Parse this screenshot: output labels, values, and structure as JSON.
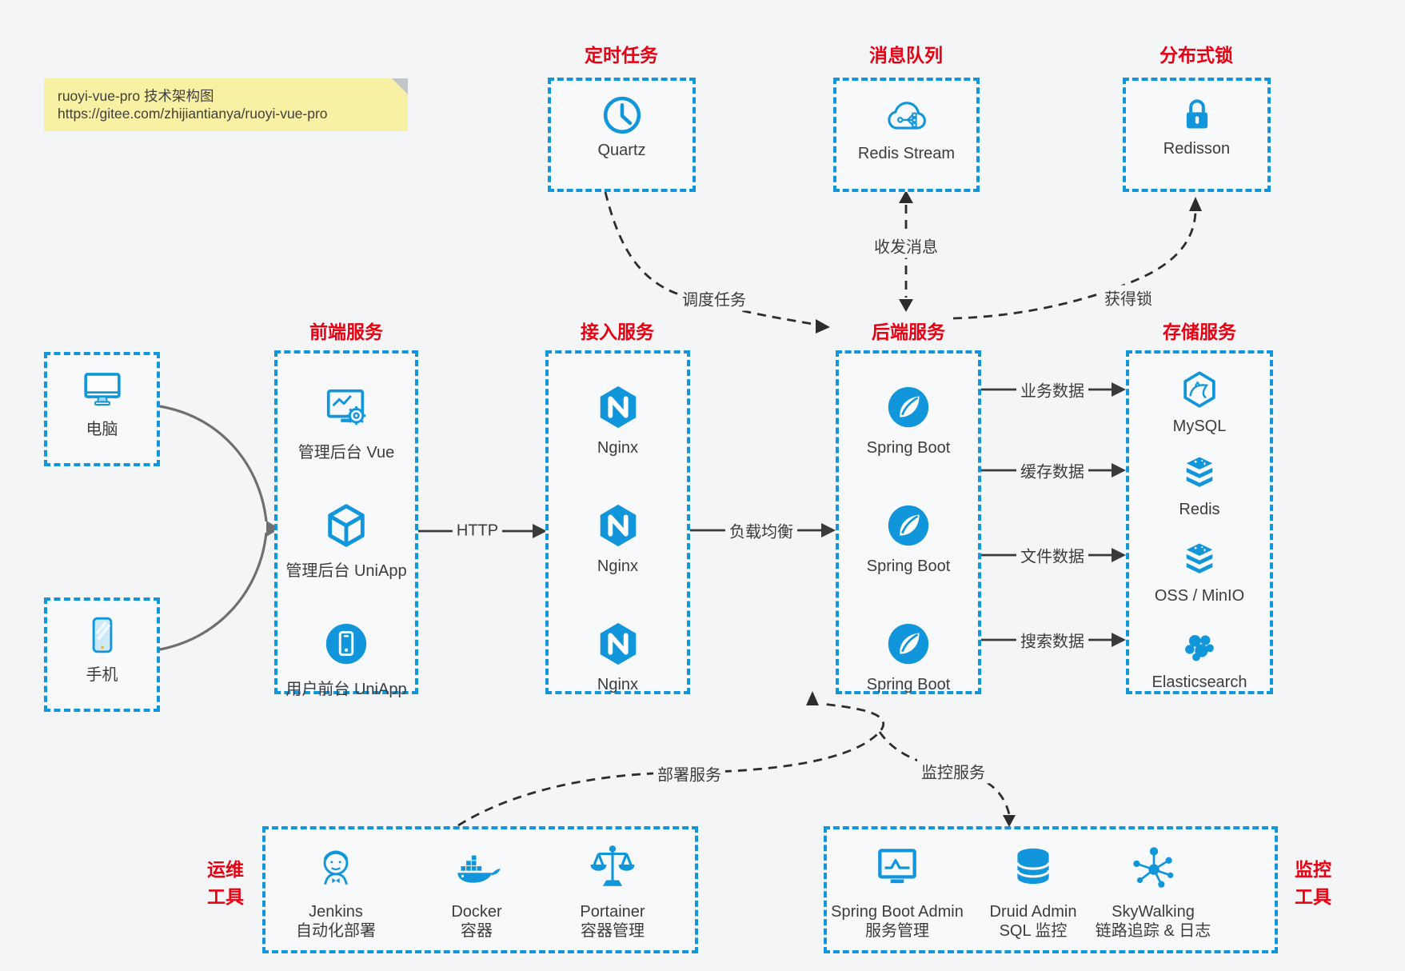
{
  "note": {
    "line1": "ruoyi-vue-pro 技术架构图",
    "line2": "https://gitee.com/zhijiantianya/ruoyi-vue-pro"
  },
  "top_row": [
    {
      "title": "定时任务",
      "icon": "clock-icon",
      "label": "Quartz"
    },
    {
      "title": "消息队列",
      "icon": "mq-cloud-icon",
      "label": "Redis Stream"
    },
    {
      "title": "分布式锁",
      "icon": "lock-icon",
      "label": "Redisson"
    }
  ],
  "clients": [
    {
      "icon": "desktop-icon",
      "label": "电脑"
    },
    {
      "icon": "phone-icon",
      "label": "手机"
    }
  ],
  "columns": {
    "frontend": {
      "title": "前端服务",
      "items": [
        {
          "icon": "admin-vue-icon",
          "label": "管理后台 Vue"
        },
        {
          "icon": "uniapp-cube-icon",
          "label": "管理后台 UniApp"
        },
        {
          "icon": "user-app-icon",
          "label": "用户前台 UniApp"
        }
      ]
    },
    "access": {
      "title": "接入服务",
      "items": [
        {
          "icon": "nginx-icon",
          "label": "Nginx"
        },
        {
          "icon": "nginx-icon",
          "label": "Nginx"
        },
        {
          "icon": "nginx-icon",
          "label": "Nginx"
        }
      ]
    },
    "backend": {
      "title": "后端服务",
      "items": [
        {
          "icon": "spring-boot-icon",
          "label": "Spring Boot"
        },
        {
          "icon": "spring-boot-icon",
          "label": "Spring Boot"
        },
        {
          "icon": "spring-boot-icon",
          "label": "Spring Boot"
        }
      ]
    },
    "storage": {
      "title": "存储服务",
      "items": [
        {
          "icon": "mysql-icon",
          "label": "MySQL"
        },
        {
          "icon": "redis-stack-icon",
          "label": "Redis"
        },
        {
          "icon": "oss-stack-icon",
          "label": "OSS / MinIO"
        },
        {
          "icon": "elasticsearch-icon",
          "label": "Elasticsearch"
        }
      ]
    }
  },
  "edges": {
    "http": "HTTP",
    "load_balance": "负载均衡",
    "schedule_task": "调度任务",
    "send_receive_msg": "收发消息",
    "acquire_lock": "获得锁",
    "business_data": "业务数据",
    "cache_data": "缓存数据",
    "file_data": "文件数据",
    "search_data": "搜索数据",
    "deploy_service": "部署服务",
    "monitor_service": "监控服务"
  },
  "ops_tools": {
    "side_label": [
      "运维",
      "工具"
    ],
    "items": [
      {
        "icon": "jenkins-icon",
        "line1": "Jenkins",
        "line2": "自动化部署"
      },
      {
        "icon": "docker-icon",
        "line1": "Docker",
        "line2": "容器"
      },
      {
        "icon": "portainer-icon",
        "line1": "Portainer",
        "line2": "容器管理"
      }
    ]
  },
  "monitor_tools": {
    "side_label": [
      "监控",
      "工具"
    ],
    "items": [
      {
        "icon": "spring-boot-admin-icon",
        "line1": "Spring Boot Admin",
        "line2": "服务管理"
      },
      {
        "icon": "druid-icon",
        "line1": "Druid Admin",
        "line2": "SQL 监控"
      },
      {
        "icon": "skywalking-icon",
        "line1": "SkyWalking",
        "line2": "链路追踪 & 日志"
      }
    ]
  },
  "colors": {
    "accent_blue": "#1296db",
    "title_red": "#e60012",
    "note_bg": "#f8f0a2",
    "arrow_dark": "#3a3a3a",
    "background": "#f4f5f7"
  }
}
